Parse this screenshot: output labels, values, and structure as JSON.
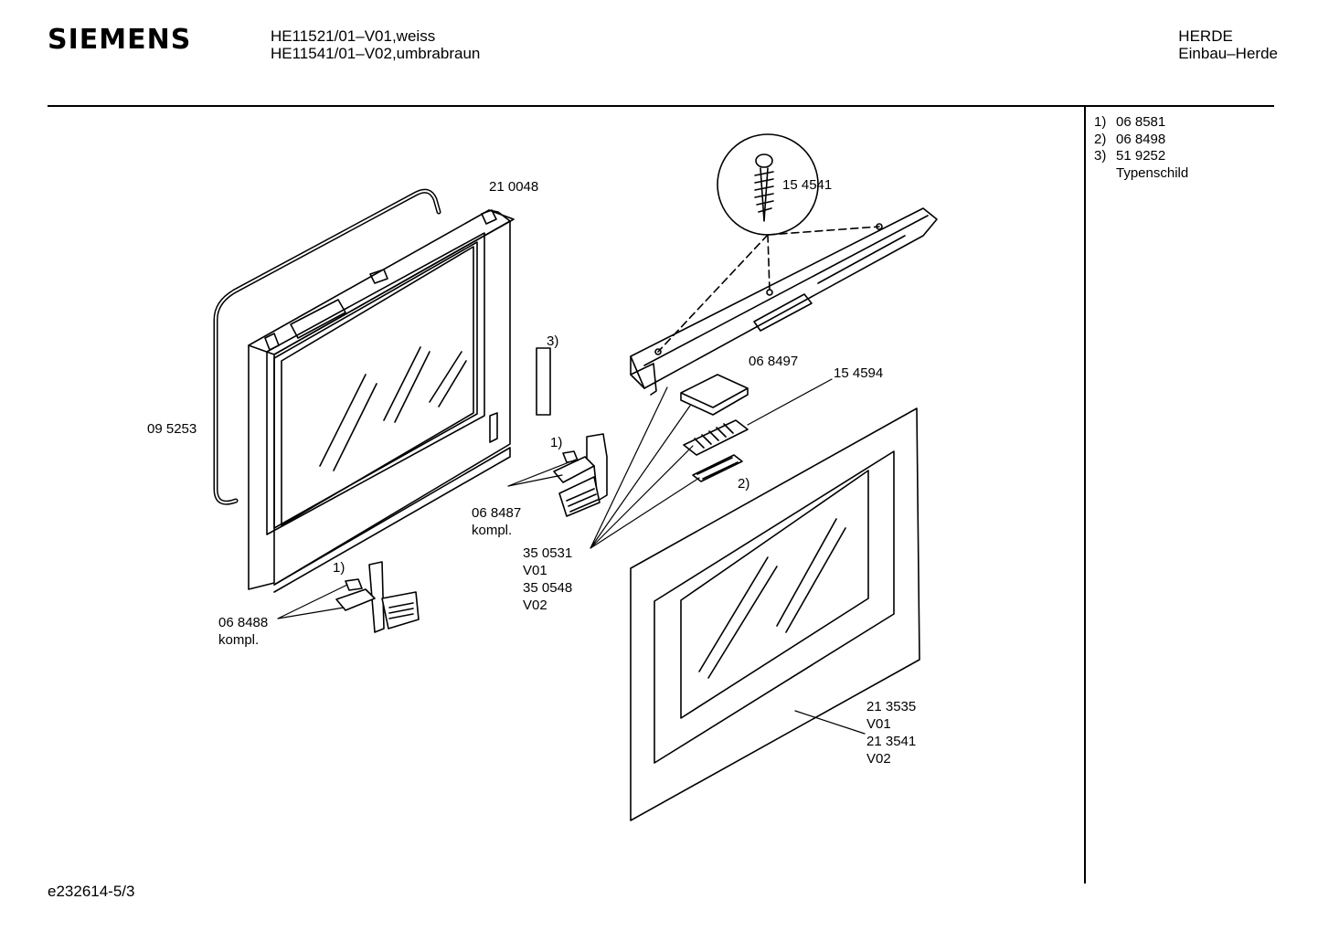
{
  "header": {
    "brand": "SIEMENS",
    "model_line_1": "HE11521/01–V01,weiss",
    "model_line_2": "HE11541/01–V02,umbrabraun",
    "category_line_1": "HERDE",
    "category_line_2": "Einbau–Herde"
  },
  "notes": [
    {
      "num": "1)",
      "text": "06 8581"
    },
    {
      "num": "2)",
      "text": "06 8498"
    },
    {
      "num": "3)",
      "text": "51 9252"
    }
  ],
  "notes_extra": "Typenschild",
  "footer": "e232614-5/3",
  "labels": {
    "gasket": "09 5253",
    "inner_door": "21 0048",
    "rating_plate_marker": "3)",
    "hinge_right_marker": "1)",
    "hinge_right_no": "06 8487",
    "hinge_right_kompl": "kompl.",
    "hinge_left_marker": "1)",
    "hinge_left_no": "06 8488",
    "hinge_left_kompl": "kompl.",
    "screw": "15 4541",
    "handle_cap": "06 8497",
    "handle_grip": "15 4594",
    "gasket_marker": "2)",
    "handle_v01_no": "35 0531",
    "handle_v01": "V01",
    "handle_v02_no": "35 0548",
    "handle_v02": "V02",
    "front_v01_no": "21 3535",
    "front_v01": "V01",
    "front_v02_no": "21 3541",
    "front_v02": "V02"
  }
}
